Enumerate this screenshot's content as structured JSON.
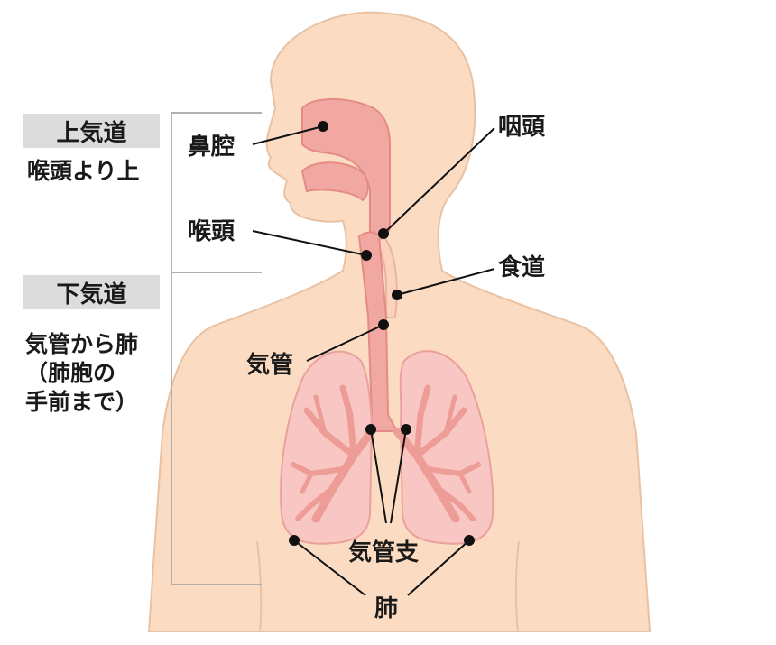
{
  "groups": {
    "upper": {
      "title": "上気道",
      "desc": [
        "喉頭より上"
      ]
    },
    "lower": {
      "title": "下気道",
      "desc": [
        "気管から肺",
        "（肺胞の",
        "手前まで）"
      ]
    }
  },
  "labels": {
    "nasal_cavity": "鼻腔",
    "larynx": "喉頭",
    "pharynx": "咽頭",
    "esophagus": "食道",
    "trachea": "気管",
    "bronchi": "気管支",
    "lungs": "肺"
  },
  "colors": {
    "skin": "#fbdcc2",
    "skin_outline": "#e9c2a3",
    "airway": "#f2a8a2",
    "airway_outline": "#e48b84",
    "lung": "#f8c6c3",
    "lung_outline": "#eaa19b",
    "bronchi": "#ee9c96",
    "box": "#dcdcdc",
    "bracket": "#b0b0b0",
    "pointer": "#111111"
  }
}
